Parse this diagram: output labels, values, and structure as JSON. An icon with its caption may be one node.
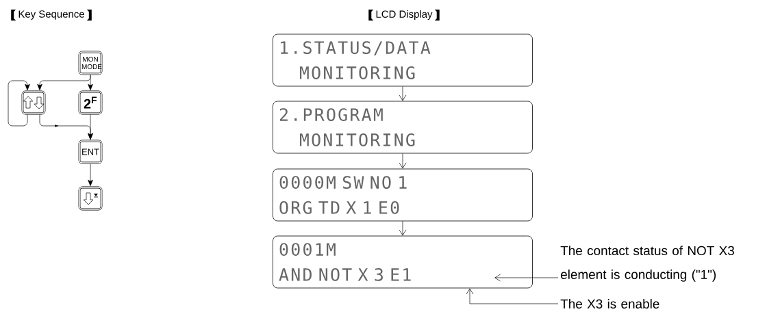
{
  "diagram": {
    "nodes": [
      {
        "text": [
          "MON MODE"
        ]
      },
      {
        "text": [],
        "shape": "box"
      },
      {
        "text": [
          "2$^{F}$"
        ]
      },
      {
        "text": [
          "ENT"
        ]
      },
      {
        "text": [],
        "shape": "box"
      },
      {
        "text": [
          "1.STATUS/DATA",
          "MONITORING"
        ]
      },
      {
        "text": [
          "2.PROGRAM",
          "MONITORING"
        ]
      },
      {
        "text": [
          "0000M SW NO 1",
          "ORG TD X 1 E0"
        ]
      },
      {
        "text": [
          "0001M",
          "AND NOT X 3 E1"
        ]
      },
      {
        "text": [
          "The contact status of NOT X3 element is conducting (\"1\")"
        ]
      },
      {
        "text": [
          "The X3 is enable"
        ]
      }
    ],
    "edges": [
      {
        "from": 0,
        "to": 2,
        "arrow": "to"
      },
      {
        "from": 0,
        "to": 1,
        "arrow": "to"
      },
      {
        "from": 1,
        "to": 1,
        "arrow": "to"
      },
      {
        "from": 1,
        "to": 3,
        "arrow": "to"
      },
      {
        "from": 2,
        "to": 3,
        "arrow": "to"
      },
      {
        "from": 3,
        "to": 4,
        "arrow": "to"
      },
      {
        "from": 5,
        "to": 6,
        "arrow": "to"
      },
      {
        "from": 6,
        "to": 7,
        "arrow": "to"
      },
      {
        "from": 7,
        "to": 8,
        "arrow": "to"
      },
      {
        "from": 9,
        "to": 8,
        "arrow": "to"
      },
      {
        "from": 10,
        "to": 8,
        "arrow": "to"
      }
    ],
    "labels": [
      "Key Sequence",
      "LCD Display"
    ]
  }
}
